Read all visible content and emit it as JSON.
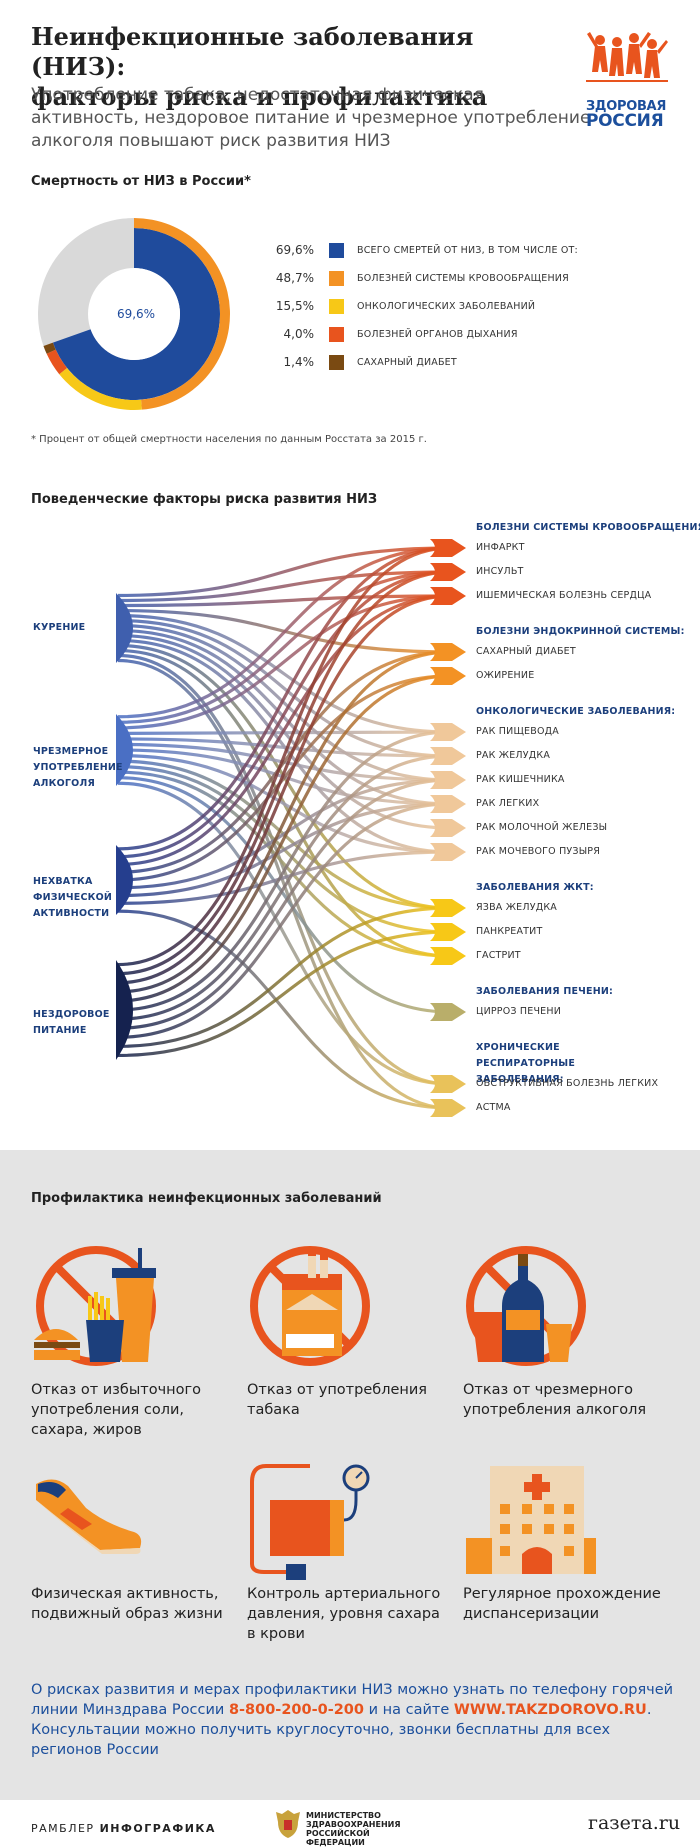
{
  "header": {
    "title_line1": "Неинфекционные заболевания (НИЗ):",
    "title_line2": "факторы риска и профилактика",
    "subtitle": "Употребление табака, недостаточная физическая активность, нездоровое питание и чрезмерное употребление алкоголя повышают риск развития НИЗ",
    "logo_line1": "ЗДОРОВАЯ",
    "logo_line2": "РОССИЯ"
  },
  "mortality": {
    "title": "Смертность от НИЗ в России*",
    "center_label": "69,6%",
    "note": "* Процент от общей смертности населения по данным Росстата за 2015 г."
  },
  "chart_data": [
    {
      "type": "pie",
      "title": "Смертность от НИЗ в России*",
      "unit": "%",
      "total": {
        "label": "ВСЕГО СМЕРТЕЙ ОТ НИЗ, В ТОМ ЧИСЛЕ ОТ:",
        "value": 69.6,
        "value_text": "69,6%",
        "color": "#1f4b9c"
      },
      "slices": [
        {
          "label": "БОЛЕЗНЕЙ СИСТЕМЫ КРОВООБРАЩЕНИЯ",
          "value": 48.7,
          "value_text": "48,7%",
          "color": "#f39224"
        },
        {
          "label": "ОНКОЛОГИЧЕСКИХ ЗАБОЛЕВАНИЙ",
          "value": 15.5,
          "value_text": "15,5%",
          "color": "#f7c817"
        },
        {
          "label": "БОЛЕЗНЕЙ ОРГАНОВ ДЫХАНИЯ",
          "value": 4.0,
          "value_text": "4,0%",
          "color": "#e8541e"
        },
        {
          "label": "САХАРНЫЙ ДИАБЕТ",
          "value": 1.4,
          "value_text": "1,4%",
          "color": "#7a4a12"
        }
      ],
      "rest_color": "#d9d9d9"
    },
    {
      "type": "sankey",
      "title": "Поведенческие факторы риска развития НИЗ",
      "sources": [
        {
          "id": "smoking",
          "label": "КУРЕНИЕ",
          "color": "#3f5fae"
        },
        {
          "id": "alcohol",
          "label": "ЧРЕЗМЕРНОЕ УПОТРЕБЛЕНИЕ АЛКОГОЛЯ",
          "color": "#4a6fc4"
        },
        {
          "id": "activity",
          "label": "НЕХВАТКА ФИЗИЧЕСКОЙ АКТИВНОСТИ",
          "color": "#253e8e"
        },
        {
          "id": "diet",
          "label": "НЕЗДОРОВОЕ ПИТАНИЕ",
          "color": "#15224f"
        }
      ],
      "groups": [
        {
          "label": "БОЛЕЗНИ СИСТЕМЫ КРОВООБРАЩЕНИЯ:",
          "targets": [
            "ИНФАРКТ",
            "ИНСУЛЬТ",
            "ИШЕМИЧЕСКАЯ БОЛЕЗНЬ СЕРДЦА"
          ],
          "color": "#e8541e"
        },
        {
          "label": "БОЛЕЗНИ ЭНДОКРИННОЙ СИСТЕМЫ:",
          "targets": [
            "САХАРНЫЙ ДИАБЕТ",
            "ОЖИРЕНИЕ"
          ],
          "color": "#f39224"
        },
        {
          "label": "ОНКОЛОГИЧЕСКИЕ ЗАБОЛЕВАНИЯ:",
          "targets": [
            "РАК ПИЩЕВОДА",
            "РАК ЖЕЛУДКА",
            "РАК КИШЕЧНИКА",
            "РАК ЛЕГКИХ",
            "РАК МОЛОЧНОЙ ЖЕЛЕЗЫ",
            "РАК МОЧЕВОГО ПУЗЫРЯ"
          ],
          "color": "#f0c89a"
        },
        {
          "label": "ЗАБОЛЕВАНИЯ ЖКТ:",
          "targets": [
            "ЯЗВА ЖЕЛУДКА",
            "ПАНКРЕАТИТ",
            "ГАСТРИТ"
          ],
          "color": "#f7c817"
        },
        {
          "label": "ЗАБОЛЕВАНИЯ ПЕЧЕНИ:",
          "targets": [
            "ЦИРРОЗ ПЕЧЕНИ"
          ],
          "color": "#b9ae6a"
        },
        {
          "label": "ХРОНИЧЕСКИЕ РЕСПИРАТОРНЫЕ ЗАБОЛЕВАНИЯ:",
          "targets": [
            "ОБСТРУКТИВНАЯ БОЛЕЗНЬ ЛЕГКИХ",
            "АСТМА"
          ],
          "color": "#e9c25a"
        }
      ],
      "links": [
        {
          "source": 0,
          "targets": [
            0,
            1,
            2,
            3,
            5,
            6,
            7,
            8,
            9,
            10,
            11,
            13,
            15,
            16
          ]
        },
        {
          "source": 1,
          "targets": [
            0,
            1,
            2,
            5,
            6,
            7,
            8,
            10,
            11,
            12,
            13,
            14,
            15
          ]
        },
        {
          "source": 2,
          "targets": [
            0,
            1,
            2,
            3,
            4,
            7,
            8,
            10,
            16
          ]
        },
        {
          "source": 3,
          "targets": [
            0,
            1,
            2,
            3,
            4,
            5,
            6,
            7,
            8,
            11,
            12
          ]
        }
      ]
    }
  ],
  "risk": {
    "title": "Поведенческие факторы риска развития НИЗ",
    "left_labels": [
      {
        "text": "КУРЕНИЕ"
      },
      {
        "text": "ЧРЕЗМЕРНОЕ УПОТРЕБЛЕНИЕ АЛКОГОЛЯ"
      },
      {
        "text": "НЕХВАТКА ФИЗИЧЕСКОЙ АКТИВНОСТИ"
      },
      {
        "text": "НЕЗДОРОВОЕ ПИТАНИЕ"
      }
    ]
  },
  "prevention": {
    "title": "Профилактика неинфекционных заболеваний",
    "cards": [
      {
        "icon": "fast-food-icon",
        "text": "Отказ от избыточного употребления соли, сахара, жиров"
      },
      {
        "icon": "no-smoking-icon",
        "text": "Отказ от употребления табака"
      },
      {
        "icon": "no-alcohol-icon",
        "text": "Отказ от чрезмерного употребления алкоголя"
      },
      {
        "icon": "sneaker-icon",
        "text": "Физическая активность, подвижный образ жизни"
      },
      {
        "icon": "blood-pressure-icon",
        "text": "Контроль артериального давления, уровня сахара в крови"
      },
      {
        "icon": "clinic-icon",
        "text": "Регулярное прохождение диспансеризации"
      }
    ]
  },
  "footer": {
    "text1": "О рисках развития и мерах профилактики НИЗ можно узнать по телефону горячей линии Минздрава России ",
    "phone": "8-800-200-0-200",
    "text2": " и на сайте ",
    "site": "WWW.TAKZDOROVO.RU",
    "text3": ". Консультации можно получить круглосуточно, звонки бесплатны для всех регионов России",
    "rambler_a": "РАМБЛЕР",
    "rambler_b": "ИНФОГРАФИКА",
    "ministry": "МИНИСТЕРСТВО ЗДРАВООХРАНЕНИЯ РОССИЙСКОЙ ФЕДЕРАЦИИ",
    "gazeta": "газета.ru"
  },
  "colors": {
    "accent_orange": "#e8541e",
    "navy": "#1c3f7c",
    "logo_blue": "#1c4f9c"
  }
}
